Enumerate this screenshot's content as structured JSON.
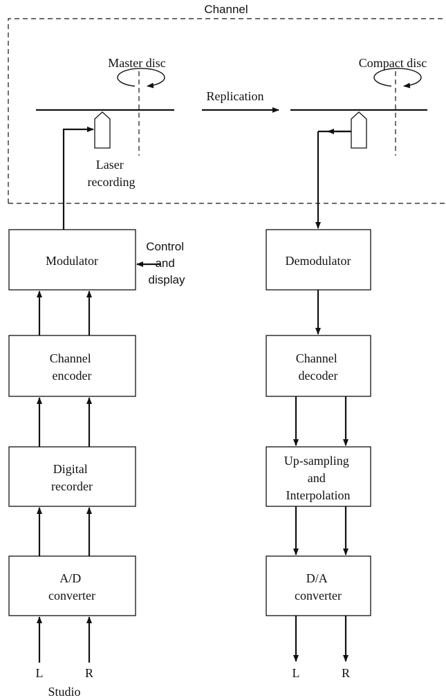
{
  "channel_label": "Channel",
  "master_disc_label": "Master disc",
  "compact_disc_label": "Compact disc",
  "replication_label": "Replication",
  "laser_recording": [
    "Laser",
    "recording"
  ],
  "control_display": [
    "Control",
    "and",
    "display"
  ],
  "record_chain": {
    "modulator": [
      "Modulator"
    ],
    "channel_encoder": [
      "Channel",
      "encoder"
    ],
    "digital_recorder": [
      "Digital",
      "recorder"
    ],
    "ad_converter": [
      "A/D",
      "converter"
    ]
  },
  "playback_chain": {
    "demodulator": [
      "Demodulator"
    ],
    "channel_decoder": [
      "Channel",
      "decoder"
    ],
    "upsampling": [
      "Up-sampling",
      "and",
      "Interpolation"
    ],
    "da_converter": [
      "D/A",
      "converter"
    ]
  },
  "inputs": {
    "left": "L",
    "right": "R",
    "caption": "Studio"
  },
  "outputs": {
    "left": "L",
    "right": "R"
  }
}
